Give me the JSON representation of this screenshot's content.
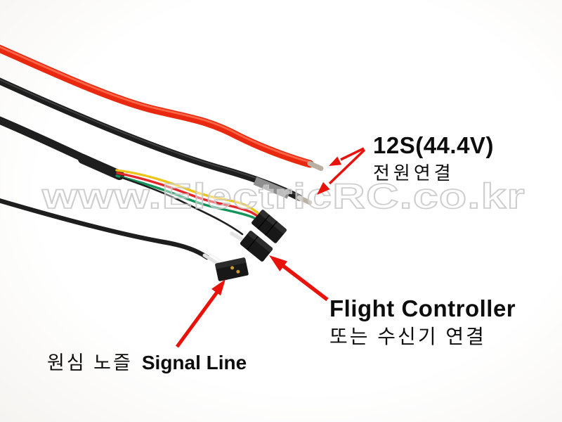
{
  "watermark": "www.ElectricRC.co.kr",
  "labels": {
    "power": {
      "line1": "12S(44.4V)",
      "line2": "전원연결"
    },
    "flight_controller": {
      "line1": "Flight Controller",
      "line2": "또는 수신기 연결"
    },
    "signal": {
      "korean": "원심 노즐",
      "english": "Signal Line"
    }
  },
  "colors": {
    "background": "#ffffff",
    "arrow_red": "#e8120b",
    "wire_red": "#e8290f",
    "wire_red_highlight": "#ff7050",
    "wire_black": "#1e1e1e",
    "wire_black_highlight": "#505050",
    "wire_yellow": "#edc419",
    "wire_signal_red": "#e3272b",
    "wire_green": "#12945a",
    "wire_white": "#e4e4e4",
    "tinned_tip_silver": "#b9b0a2",
    "band_gray": "#8f8f8f",
    "connector_black": "#181818",
    "connector_shine": "#323232",
    "pin_gold": "#c79b2d",
    "watermark_gray": "#c9c9c9",
    "text": "#0d0d0d"
  }
}
